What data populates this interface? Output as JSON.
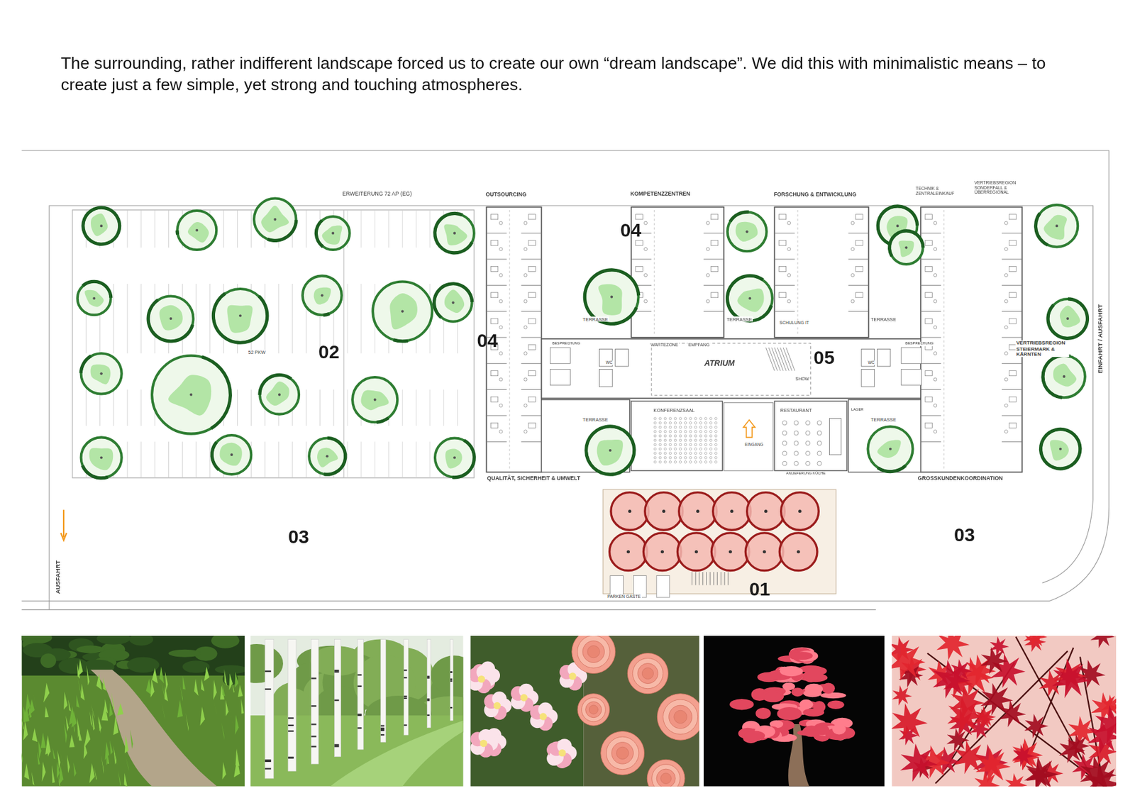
{
  "diagram": {
    "title": "The surrounding, rather indifferent landscape forced us to create our own “dream landscape”. We did this with minimalistic means – to create just a few simple, yet strong and touching atmospheres.",
    "labels": [
      "ERWEITERUNG 72 AP (EG)",
      "OUTSOURCING",
      "KOMPETENZZENTREN",
      "FORSCHUNG & ENTWICKLUNG",
      "TECHNIK & ZENTRALEINKAUF",
      "VERTRIEBSREGION SONDERFALL & ÜBERREGIONAL",
      "04",
      "04",
      "02",
      "05",
      "ATRIUM",
      "EMPFANG",
      "WARTEZONE",
      "SHOW",
      "KONFERENZSAAL",
      "RESTAURANT",
      "EINGANG",
      "TERRASSE",
      "TERRASSE",
      "TERRASSE",
      "TERRASSE",
      "TERRASSE",
      "SCHULUNG IT",
      "QUALITÄT, SICHERHEIT & UMWELT",
      "GROSSKUNDENKOORDINATION",
      "VERTRIEBSREGION STEIERMARK & KÄRNTEN",
      "52 PKW",
      "ANLIEFERUNG KÜCHE",
      "PARKEN GÄSTE",
      "03",
      "03",
      "01",
      "AUSFAHRT",
      "EINFAHRT / AUSFAHRT",
      "LAGER",
      "BESPRECHUNG",
      "BESPRECHUNG",
      "WC",
      "WC"
    ]
  }
}
